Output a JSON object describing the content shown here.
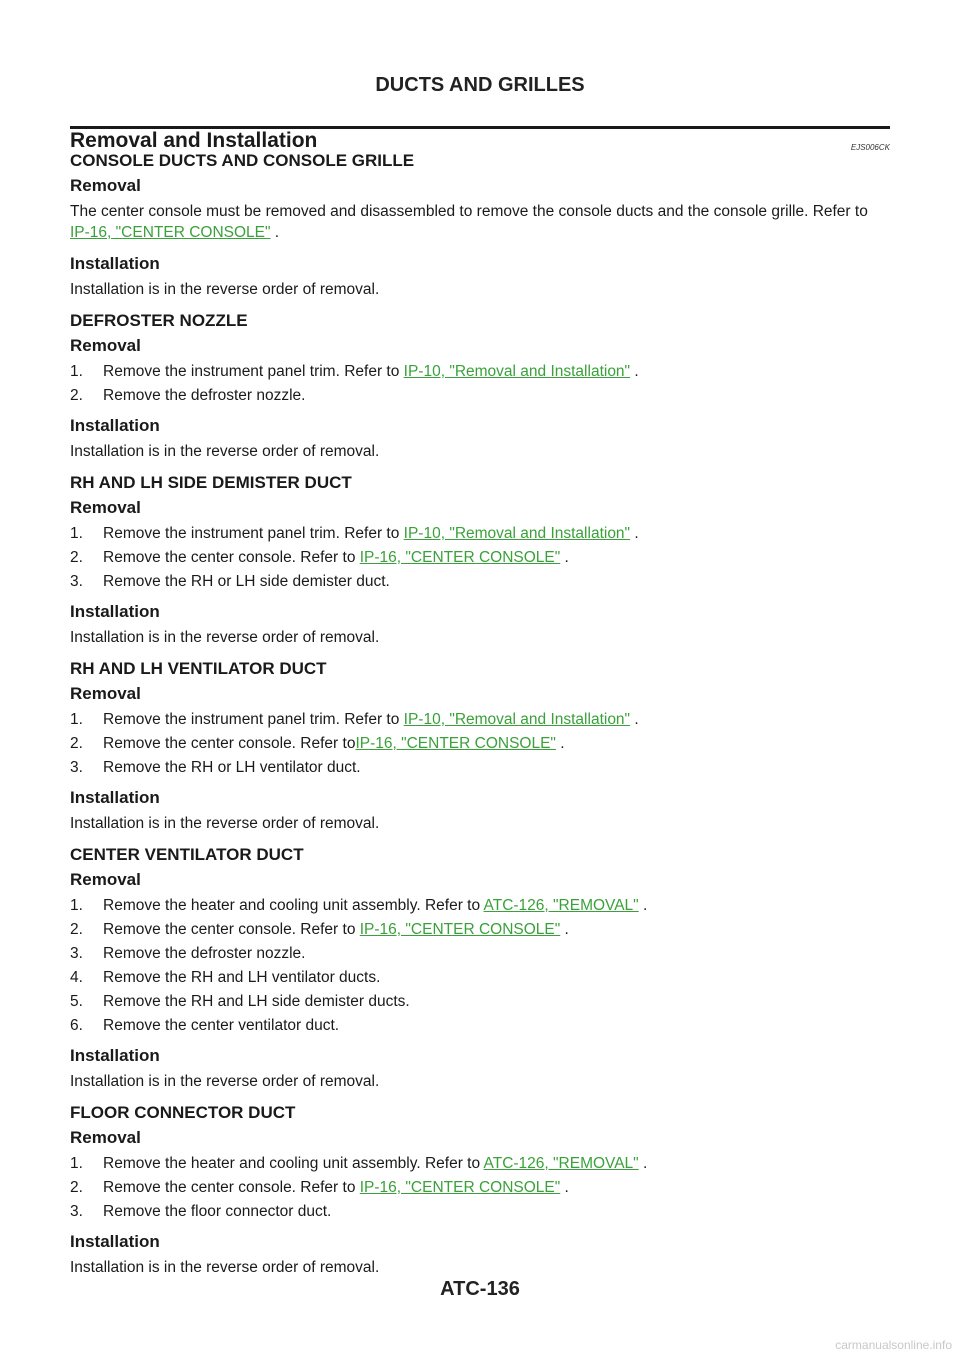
{
  "page": {
    "header": "DUCTS AND GRILLES",
    "section_title": "Removal and Installation",
    "section_code": "EJS006CK",
    "page_number": "ATC-136",
    "watermark": "carmanualsonline.info"
  },
  "blocks": [
    {
      "heading": "CONSOLE DUCTS AND CONSOLE GRILLE",
      "removal_label": "Removal",
      "removal_text_pre": "The center console must be removed and disassembled to remove the console ducts and the console grille. Refer to",
      "removal_link": "IP-16, \"CENTER CONSOLE\"",
      "removal_text_post": " .",
      "installation_label": "Installation",
      "installation_text": "Installation is in the reverse order of removal."
    },
    {
      "heading": "DEFROSTER NOZZLE",
      "removal_label": "Removal",
      "steps": [
        {
          "num": "1.",
          "pre": "Remove the instrument panel trim. Refer to ",
          "link": "IP-10, \"Removal and Installation\"",
          "post": " ."
        },
        {
          "num": "2.",
          "pre": "Remove the defroster nozzle.",
          "link": "",
          "post": ""
        }
      ],
      "installation_label": "Installation",
      "installation_text": "Installation is in the reverse order of removal."
    },
    {
      "heading": "RH AND LH SIDE DEMISTER DUCT",
      "removal_label": "Removal",
      "steps": [
        {
          "num": "1.",
          "pre": "Remove the instrument panel trim. Refer to ",
          "link": "IP-10, \"Removal and Installation\"",
          "post": " ."
        },
        {
          "num": "2.",
          "pre": "Remove the center console. Refer to ",
          "link": "IP-16, \"CENTER CONSOLE\"",
          "post": " ."
        },
        {
          "num": "3.",
          "pre": "Remove the RH or LH side demister duct.",
          "link": "",
          "post": ""
        }
      ],
      "installation_label": "Installation",
      "installation_text": "Installation is in the reverse order of removal."
    },
    {
      "heading": "RH AND LH VENTILATOR DUCT",
      "removal_label": "Removal",
      "steps": [
        {
          "num": "1.",
          "pre": "Remove the instrument panel trim. Refer to ",
          "link": "IP-10, \"Removal and Installation\"",
          "post": " ."
        },
        {
          "num": "2.",
          "pre": "Remove the center console. Refer to",
          "link": "IP-16, \"CENTER CONSOLE\"",
          "post": " ."
        },
        {
          "num": "3.",
          "pre": "Remove the RH or LH ventilator duct.",
          "link": "",
          "post": ""
        }
      ],
      "installation_label": "Installation",
      "installation_text": "Installation is in the reverse order of removal."
    },
    {
      "heading": "CENTER VENTILATOR DUCT",
      "removal_label": "Removal",
      "steps": [
        {
          "num": "1.",
          "pre": "Remove the heater and cooling unit assembly. Refer to ",
          "link": "ATC-126, \"REMOVAL\"",
          "post": " ."
        },
        {
          "num": "2.",
          "pre": "Remove the center console. Refer to ",
          "link": "IP-16, \"CENTER CONSOLE\"",
          "post": " ."
        },
        {
          "num": "3.",
          "pre": "Remove the defroster nozzle.",
          "link": "",
          "post": ""
        },
        {
          "num": "4.",
          "pre": "Remove the RH and LH ventilator ducts.",
          "link": "",
          "post": ""
        },
        {
          "num": "5.",
          "pre": "Remove the RH and LH side demister ducts.",
          "link": "",
          "post": ""
        },
        {
          "num": "6.",
          "pre": "Remove the center ventilator duct.",
          "link": "",
          "post": ""
        }
      ],
      "installation_label": "Installation",
      "installation_text": "Installation is in the reverse order of removal."
    },
    {
      "heading": "FLOOR CONNECTOR DUCT",
      "removal_label": "Removal",
      "steps": [
        {
          "num": "1.",
          "pre": "Remove the heater and cooling unit assembly. Refer to ",
          "link": "ATC-126, \"REMOVAL\"",
          "post": " ."
        },
        {
          "num": "2.",
          "pre": "Remove the center console. Refer to ",
          "link": "IP-16, \"CENTER CONSOLE\"",
          "post": " ."
        },
        {
          "num": "3.",
          "pre": "Remove the floor connector duct.",
          "link": "",
          "post": ""
        }
      ],
      "installation_label": "Installation",
      "installation_text": "Installation is in the reverse order of removal."
    }
  ]
}
